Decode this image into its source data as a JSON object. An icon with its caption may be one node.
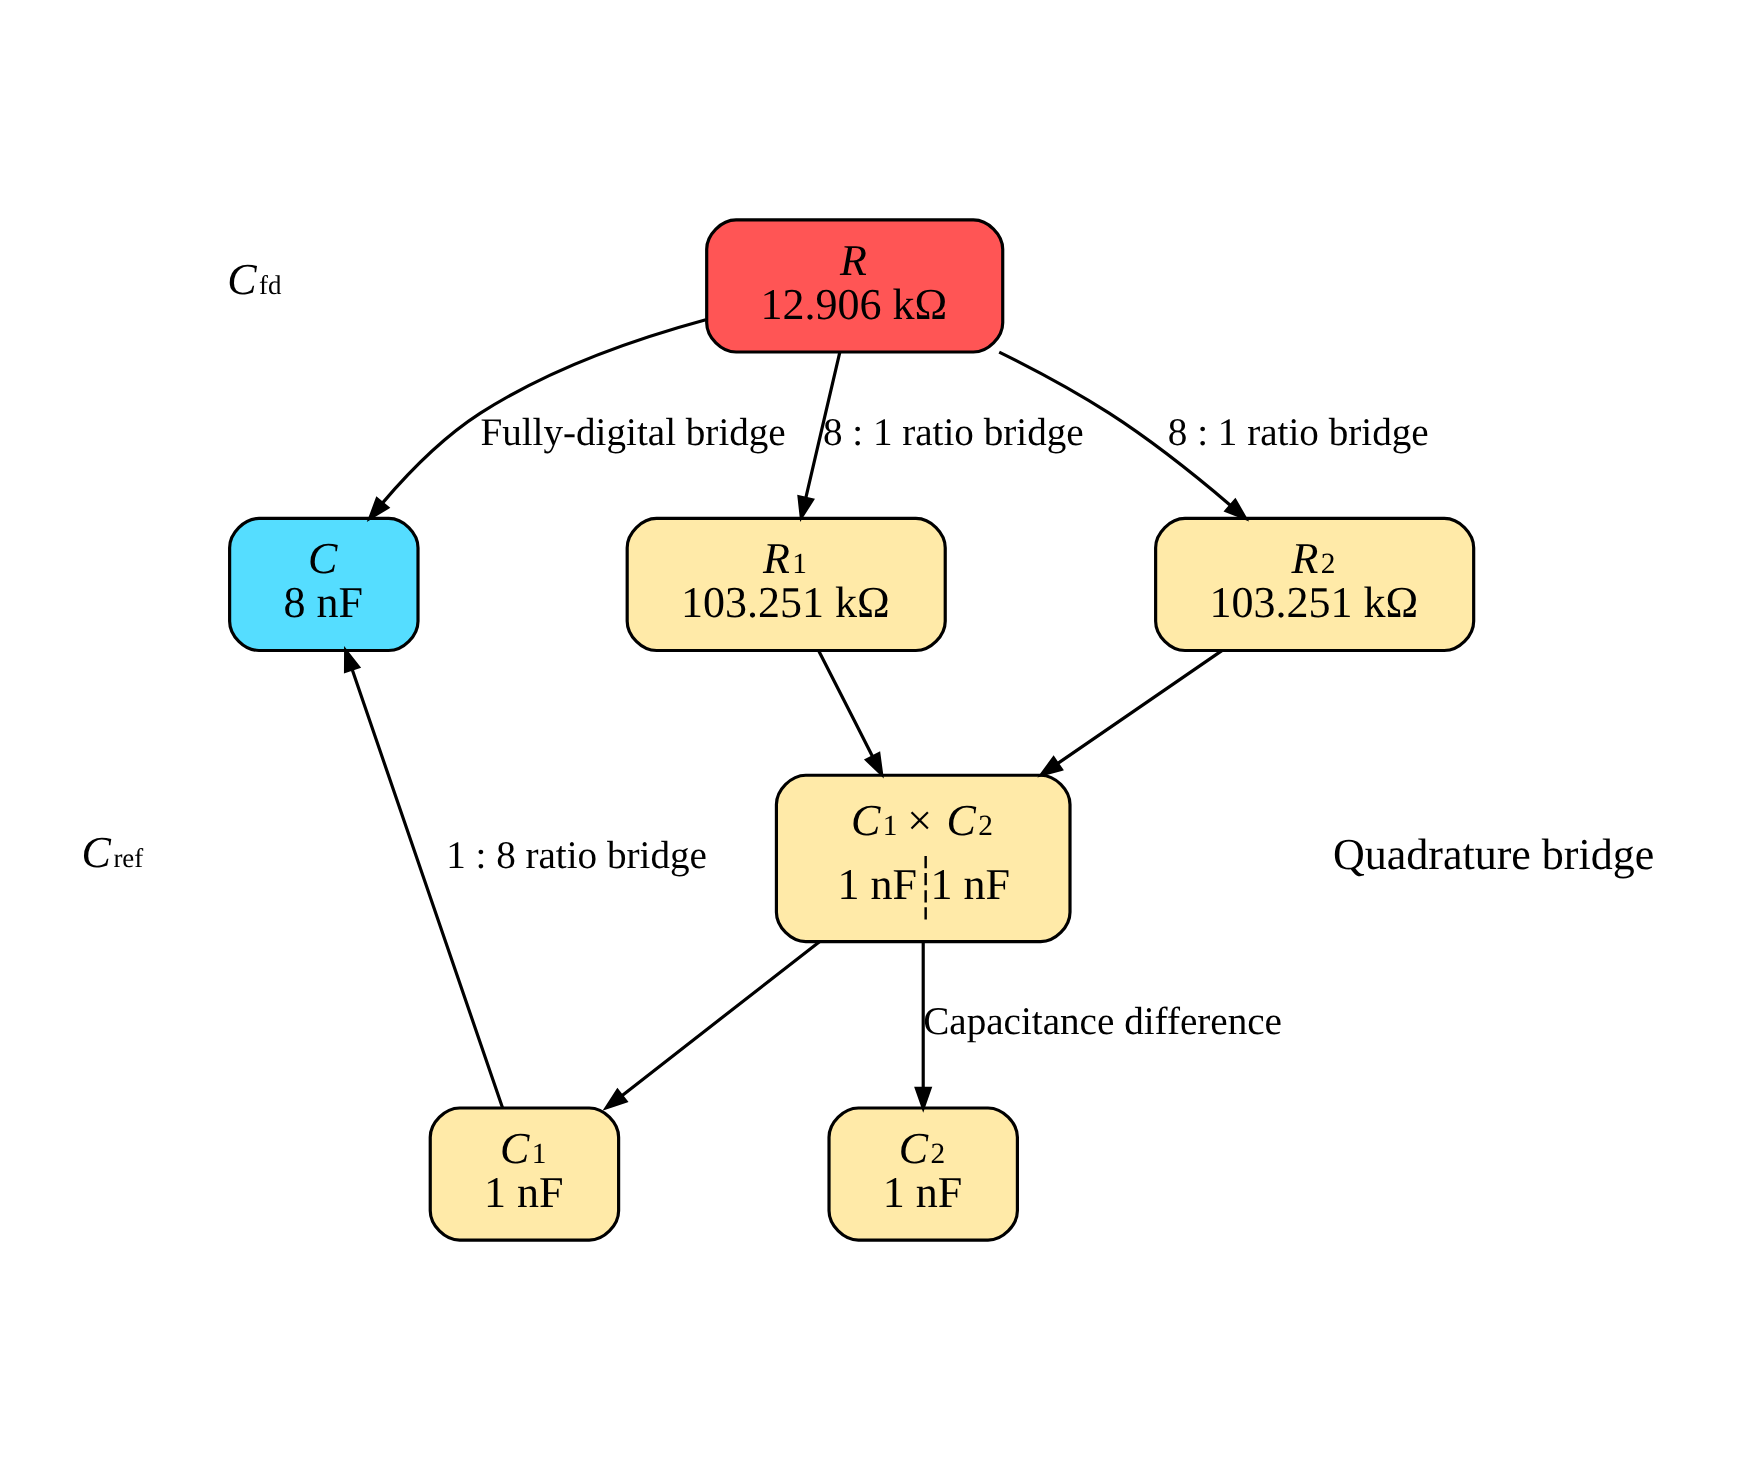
{
  "diagram": {
    "nodes": [
      {
        "text": [
          "*R*",
          "12.906 kΩ"
        ]
      },
      {
        "text": [
          "*R*$_{1}$",
          "103.251 kΩ"
        ]
      },
      {
        "text": [
          "*R*$_{2}$",
          "103.251 kΩ"
        ]
      },
      {
        "text": [
          "*C*",
          "8 nF"
        ]
      },
      {
        "text": [
          "*C*$_{1}$ × *C*$_{2}$",
          "1 nF",
          "1 nF"
        ]
      },
      {
        "text": [
          "*C*$_{1}$",
          "1 nF"
        ]
      },
      {
        "text": [
          "*C*$_{2}$",
          "1 nF"
        ]
      }
    ],
    "edges": [
      {
        "from": 0,
        "to": 3,
        "arrow": "to",
        "label": "Fully-digital bridge"
      },
      {
        "from": 0,
        "to": 1,
        "arrow": "to",
        "label": "8 : 1 ratio bridge"
      },
      {
        "from": 0,
        "to": 2,
        "arrow": "to",
        "label": "8 : 1 ratio bridge"
      },
      {
        "from": 1,
        "to": 4,
        "arrow": "to"
      },
      {
        "from": 2,
        "to": 4,
        "arrow": "to"
      },
      {
        "from": 4,
        "to": 5,
        "arrow": "to"
      },
      {
        "from": 4,
        "to": 6,
        "arrow": "to",
        "label": "Capacitance difference"
      },
      {
        "from": 5,
        "to": 3,
        "arrow": "to",
        "label": "1 : 8 ratio bridge"
      }
    ],
    "labels": [
      "*C*$^{fd}$",
      "Quadrature bridge",
      "*C*$^{ref}$"
    ]
  }
}
